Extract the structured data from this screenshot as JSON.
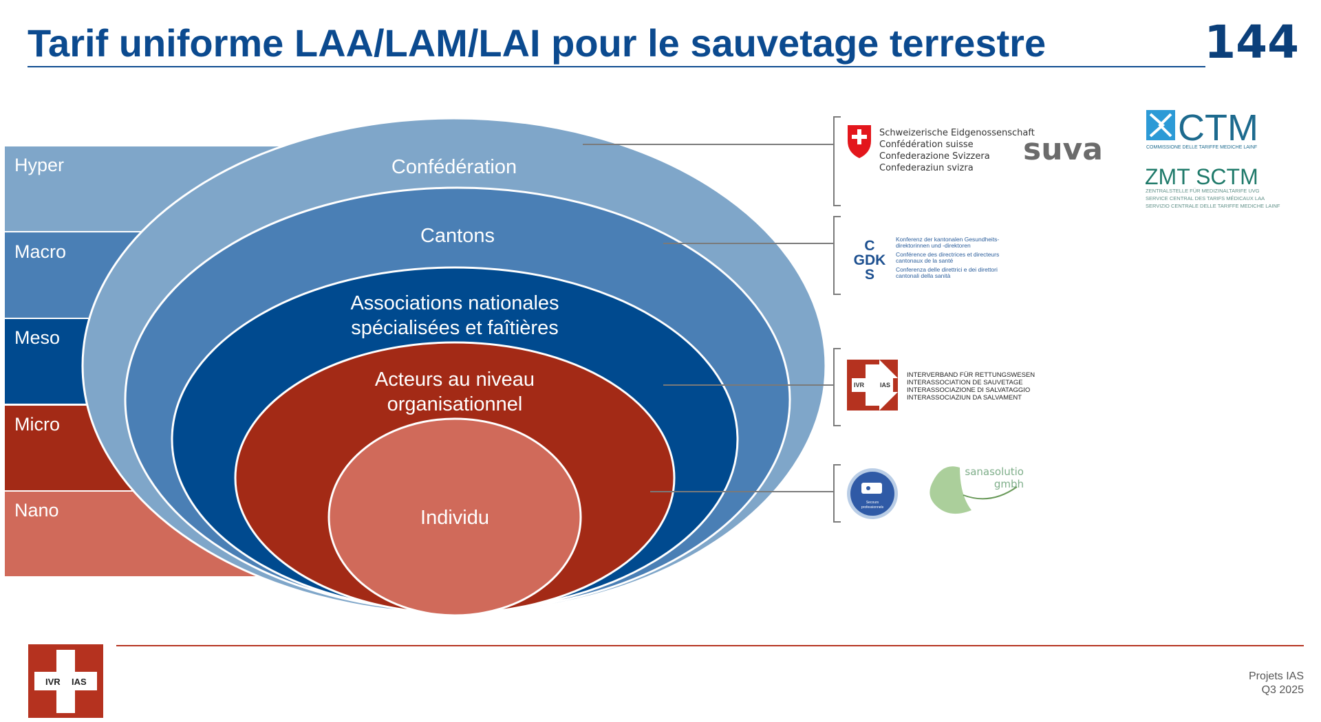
{
  "header": {
    "title": "Tarif uniforme LAA/LAM/LAI pour le sauvetage terrestre",
    "page_number": "144"
  },
  "levels": [
    {
      "label": "Hyper",
      "color": "#7fa6c9"
    },
    {
      "label": "Macro",
      "color": "#4a7fb5"
    },
    {
      "label": "Meso",
      "color": "#004a8f"
    },
    {
      "label": "Micro",
      "color": "#a32a16"
    },
    {
      "label": "Nano",
      "color": "#d06a5a"
    }
  ],
  "rings": {
    "confederation": "Confédération",
    "cantons": "Cantons",
    "associations": [
      "Associations nationales",
      "spécialisées et faîtières"
    ],
    "acteurs": [
      "Acteurs au niveau",
      "organisationnel"
    ],
    "individu": "Individu"
  },
  "logos": {
    "confederation": [
      "Schweizerische Eidgenossenschaft",
      "Confédération suisse",
      "Confederazione Svizzera",
      "Confederaziun svizra"
    ],
    "suva": "suva",
    "ctm": {
      "name": "CTM",
      "sub": "COMMISSIONE DELLE TARIFFE MEDICHE LAINF"
    },
    "zmt": {
      "name": "ZMT SCTM",
      "sub": [
        "ZENTRALSTELLE FÜR MEDIZINALTARIFE UVG",
        "SERVICE CENTRAL DES TARIFS MÉDICAUX LAA",
        "SERVIZIO CENTRALE DELLE TARIFFE MEDICHE LAINF"
      ]
    },
    "gdk": {
      "mark": [
        "C",
        "GDK",
        "S"
      ],
      "text": [
        "Konferenz der kantonalen Gesundheits-",
        "direktorinnen und -direktoren",
        "Conférence des directrices et directeurs",
        "cantonaux de la santé",
        "Conferenza delle direttrici e dei direttori",
        "cantonali della sanità"
      ]
    },
    "ivr": {
      "mark": [
        "IVR",
        "IAS"
      ],
      "text": [
        "INTERVERBAND FÜR RETTUNGSWESEN",
        "INTERASSOCIATION DE SAUVETAGE",
        "INTERASSOCIAZIONE DI SALVATAGGIO",
        "INTERASSOCIAZIUN DA SALVAMENT"
      ]
    },
    "secours": [
      "Secours",
      "professionnels"
    ],
    "sanasolutio": [
      "sanasolutio",
      "gmbh"
    ]
  },
  "footer": {
    "project": "Projets IAS",
    "period": "Q3 2025",
    "logo_mark": [
      "IVR",
      "IAS"
    ]
  }
}
